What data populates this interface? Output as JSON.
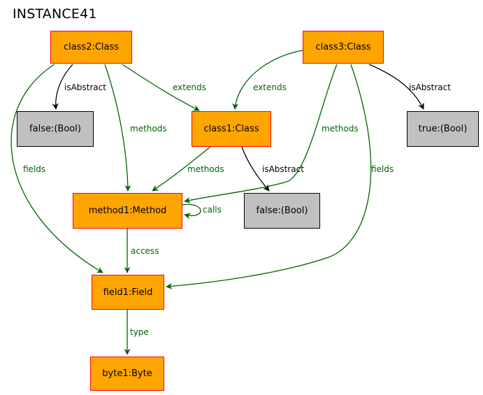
{
  "title": "INSTANCE41",
  "colors": {
    "object_fill": "#ffa500",
    "object_border": "#ff0000",
    "value_fill": "#c0c0c0",
    "value_border": "#000000",
    "reference_edge": "#006400",
    "attribute_edge": "#000000"
  },
  "nodes": {
    "class2": "class2:Class",
    "class3": "class3:Class",
    "class1": "class1:Class",
    "false_bool_1": "false:(Bool)",
    "true_bool": "true:(Bool)",
    "method1": "method1:Method",
    "false_bool_2": "false:(Bool)",
    "field1": "field1:Field",
    "byte1": "byte1:Byte"
  },
  "edges": [
    {
      "from": "class2",
      "to": "false_bool_1",
      "label": "isAbstract",
      "kind": "attribute"
    },
    {
      "from": "class2",
      "to": "class1",
      "label": "extends",
      "kind": "reference"
    },
    {
      "from": "class2",
      "to": "method1",
      "label": "methods",
      "kind": "reference"
    },
    {
      "from": "class2",
      "to": "field1",
      "label": "fields",
      "kind": "reference"
    },
    {
      "from": "class3",
      "to": "class1",
      "label": "extends",
      "kind": "reference"
    },
    {
      "from": "class3",
      "to": "true_bool",
      "label": "isAbstract",
      "kind": "attribute"
    },
    {
      "from": "class3",
      "to": "method1",
      "label": "methods",
      "kind": "reference"
    },
    {
      "from": "class3",
      "to": "field1",
      "label": "fields",
      "kind": "reference"
    },
    {
      "from": "class1",
      "to": "method1",
      "label": "methods",
      "kind": "reference"
    },
    {
      "from": "class1",
      "to": "false_bool_2",
      "label": "isAbstract",
      "kind": "attribute"
    },
    {
      "from": "method1",
      "to": "method1",
      "label": "calls",
      "kind": "reference"
    },
    {
      "from": "method1",
      "to": "field1",
      "label": "access",
      "kind": "reference"
    },
    {
      "from": "field1",
      "to": "byte1",
      "label": "type",
      "kind": "reference"
    }
  ]
}
